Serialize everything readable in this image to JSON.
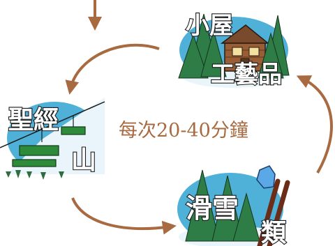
{
  "diagram": {
    "center_caption": "每次20-40分鐘",
    "nodes": {
      "cabin": {
        "line1": "小屋",
        "line2": "工藝品",
        "illustration": "log-cabin-in-pine-trees"
      },
      "lift": {
        "line1": "聖經",
        "line2": "山",
        "illustration": "ski-chairlift-on-mountain"
      },
      "ski": {
        "line1": "滑雪",
        "line2": "類",
        "illustration": "skis-and-glove-in-snow"
      }
    },
    "arrow_color": "#a86a40",
    "flow": [
      "cabin",
      "lift",
      "ski",
      "cabin"
    ]
  }
}
